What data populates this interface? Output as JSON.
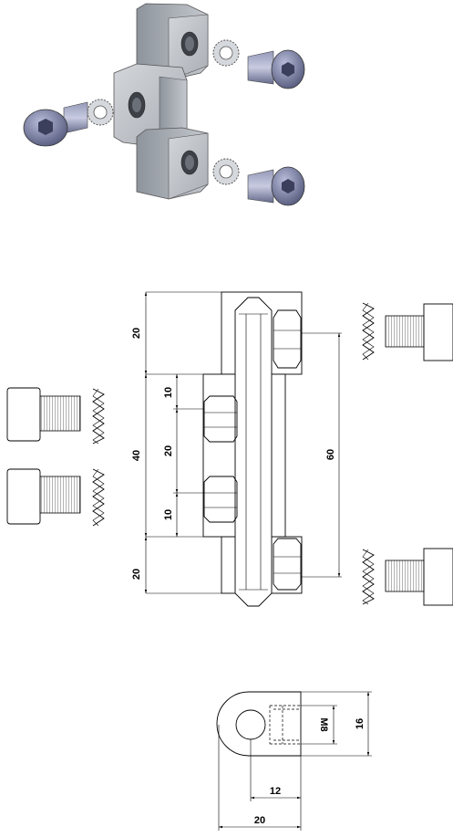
{
  "dimensions": {
    "d20_top": "20",
    "d40": "40",
    "d20_bottom": "20",
    "d10_top": "10",
    "d20_middle": "20",
    "d10_bottom": "10",
    "d60": "60",
    "m8": "M8",
    "d16": "16",
    "d12": "12",
    "d20_width": "20"
  },
  "colors": {
    "steel_light": "#bfc2c8",
    "steel_mid": "#9aa0a8",
    "steel_dark": "#6f757e",
    "screw_blue": "#8a90b4",
    "screw_dark": "#5a5f80"
  }
}
